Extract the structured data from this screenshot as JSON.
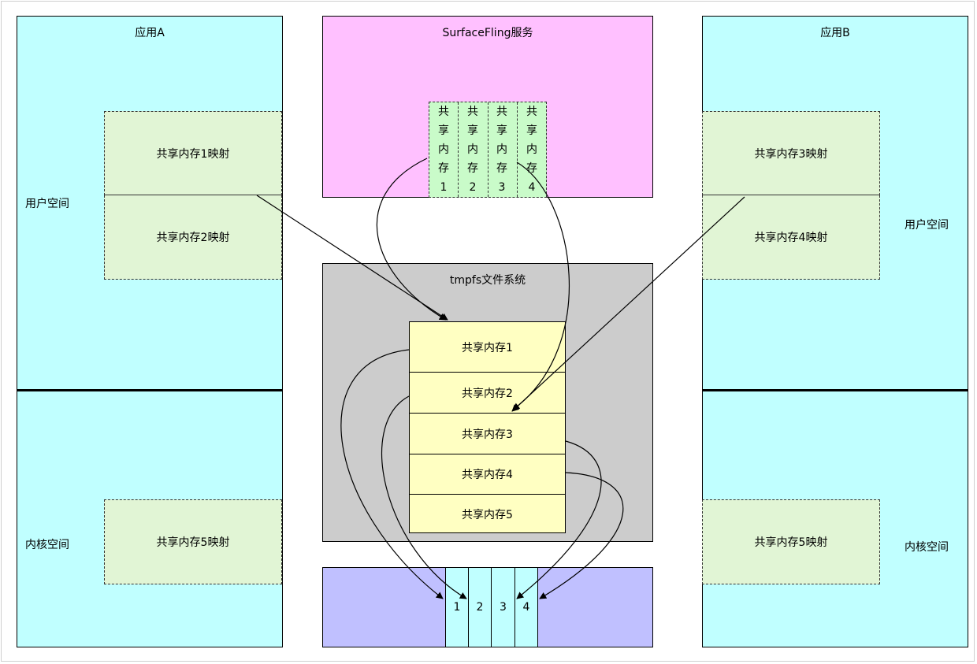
{
  "app_a": {
    "title": "应用A",
    "user_space": "用户空间",
    "kernel_space": "内核空间",
    "mappings": [
      "共享内存1映射",
      "共享内存2映射",
      "共享内存5映射"
    ]
  },
  "surface_flinger": {
    "title": "SurfaceFling服务",
    "cells": [
      "共享内存1",
      "共享内存2",
      "共享内存3",
      "共享内存4"
    ]
  },
  "app_b": {
    "title": "应用B",
    "user_space": "用户空间",
    "kernel_space": "内核空间",
    "mappings": [
      "共享内存3映射",
      "共享内存4映射",
      "共享内存5映射"
    ]
  },
  "tmpfs": {
    "title": "tmpfs文件系统",
    "items": [
      "共享内存1",
      "共享内存2",
      "共享内存3",
      "共享内存4",
      "共享内存5"
    ]
  },
  "frame_buffer": {
    "cells": [
      "1",
      "2",
      "3",
      "4"
    ]
  },
  "colors": {
    "app_bg": "#c0ffff",
    "service_bg": "#ffc0ff",
    "tmpfs_bg": "#cccccc",
    "buffer_bg": "#c0c0ff",
    "mapping_bg": "#e1f5d5",
    "strip_bg": "#c9fbc9",
    "shm_bg": "#ffffc2"
  }
}
